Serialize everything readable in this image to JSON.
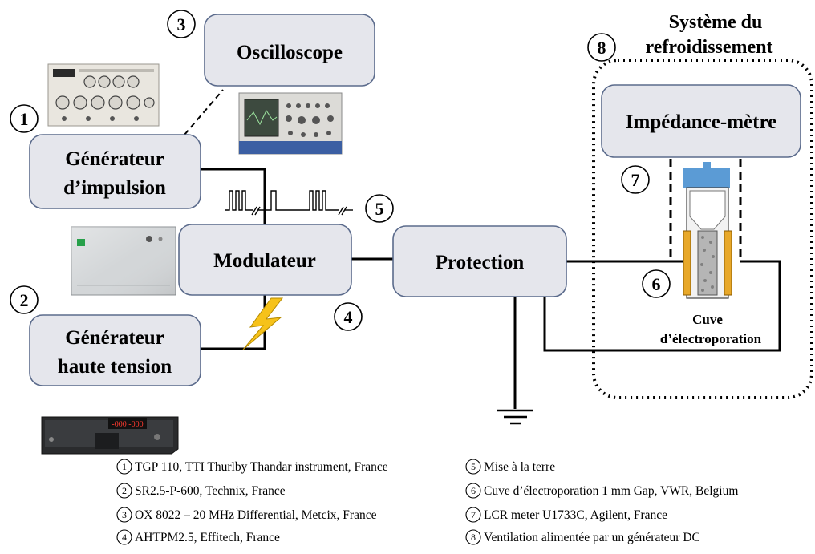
{
  "blocks": {
    "oscilloscope": "Oscilloscope",
    "pulse_gen_line1": "Générateur",
    "pulse_gen_line2": "d’impulsion",
    "modulator": "Modulateur",
    "hv_gen_line1": "Générateur",
    "hv_gen_line2": "haute tension",
    "protection": "Protection",
    "impedance": "Impédance-mètre"
  },
  "cooling_title_line1": "Système du",
  "cooling_title_line2": "refroidissement",
  "cuvette_label_line1": "Cuve",
  "cuvette_label_line2": "d’électroporation",
  "markers": {
    "m1": "1",
    "m2": "2",
    "m3": "3",
    "m4": "4",
    "m5": "5",
    "m6": "6",
    "m7": "7",
    "m8": "8"
  },
  "legend": [
    {
      "num": "1",
      "text": "TGP 110, TTI Thurlby Thandar instrument, France"
    },
    {
      "num": "2",
      "text": "SR2.5-P-600, Technix, France"
    },
    {
      "num": "3",
      "text": "OX 8022 – 20 MHz Differential, Metcix, France"
    },
    {
      "num": "4",
      "text": "AHTPM2.5, Effitech, France"
    },
    {
      "num": "5",
      "text": "Mise à la terre"
    },
    {
      "num": "6",
      "text": "Cuve d’électroporation 1 mm Gap, VWR, Belgium"
    },
    {
      "num": "7",
      "text": "LCR meter U1733C, Agilent, France"
    },
    {
      "num": "8",
      "text": "Ventilation alimentée par un générateur DC"
    }
  ],
  "hv_display_value": "-000 -000",
  "colors": {
    "box_fill": "#e5e6ec",
    "box_stroke": "#5b6b8c",
    "lightning": "#f6c21a",
    "electrode": "#e8a829",
    "cuvette_cap": "#5b9bd5"
  }
}
